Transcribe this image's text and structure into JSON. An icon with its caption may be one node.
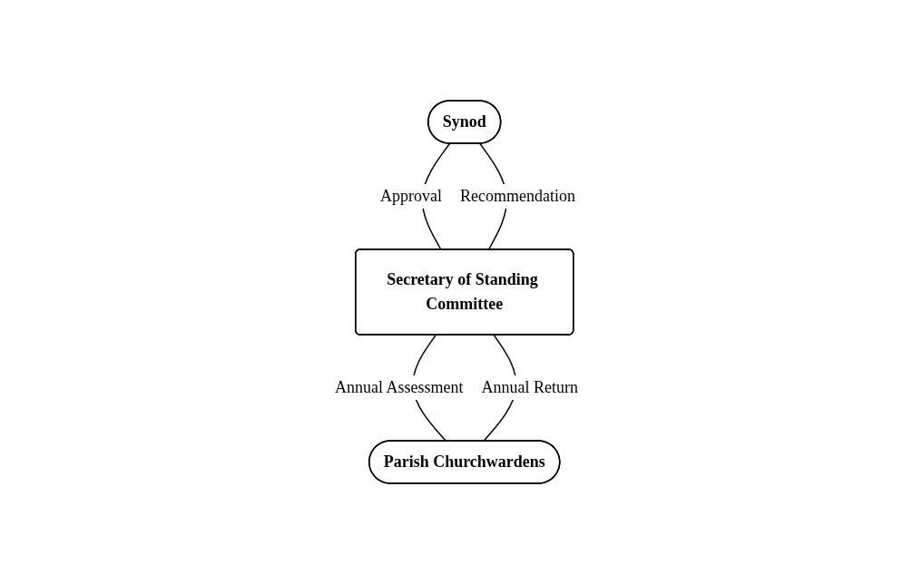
{
  "diagram": {
    "nodes": [
      {
        "text": [
          "Synod"
        ]
      },
      {
        "text": [
          "Secretary of Standing Committee"
        ]
      },
      {
        "text": [
          "Parish Churchwardens"
        ]
      }
    ],
    "edges": [
      {
        "from": 1,
        "to": 0,
        "arrow": "none",
        "label": "Recommendation"
      },
      {
        "from": 0,
        "to": 1,
        "arrow": "none",
        "label": "Approval"
      },
      {
        "from": 2,
        "to": 1,
        "arrow": "none",
        "label": "Annual Return"
      },
      {
        "from": 1,
        "to": 2,
        "arrow": "none",
        "label": "Annual Assessment"
      }
    ]
  }
}
